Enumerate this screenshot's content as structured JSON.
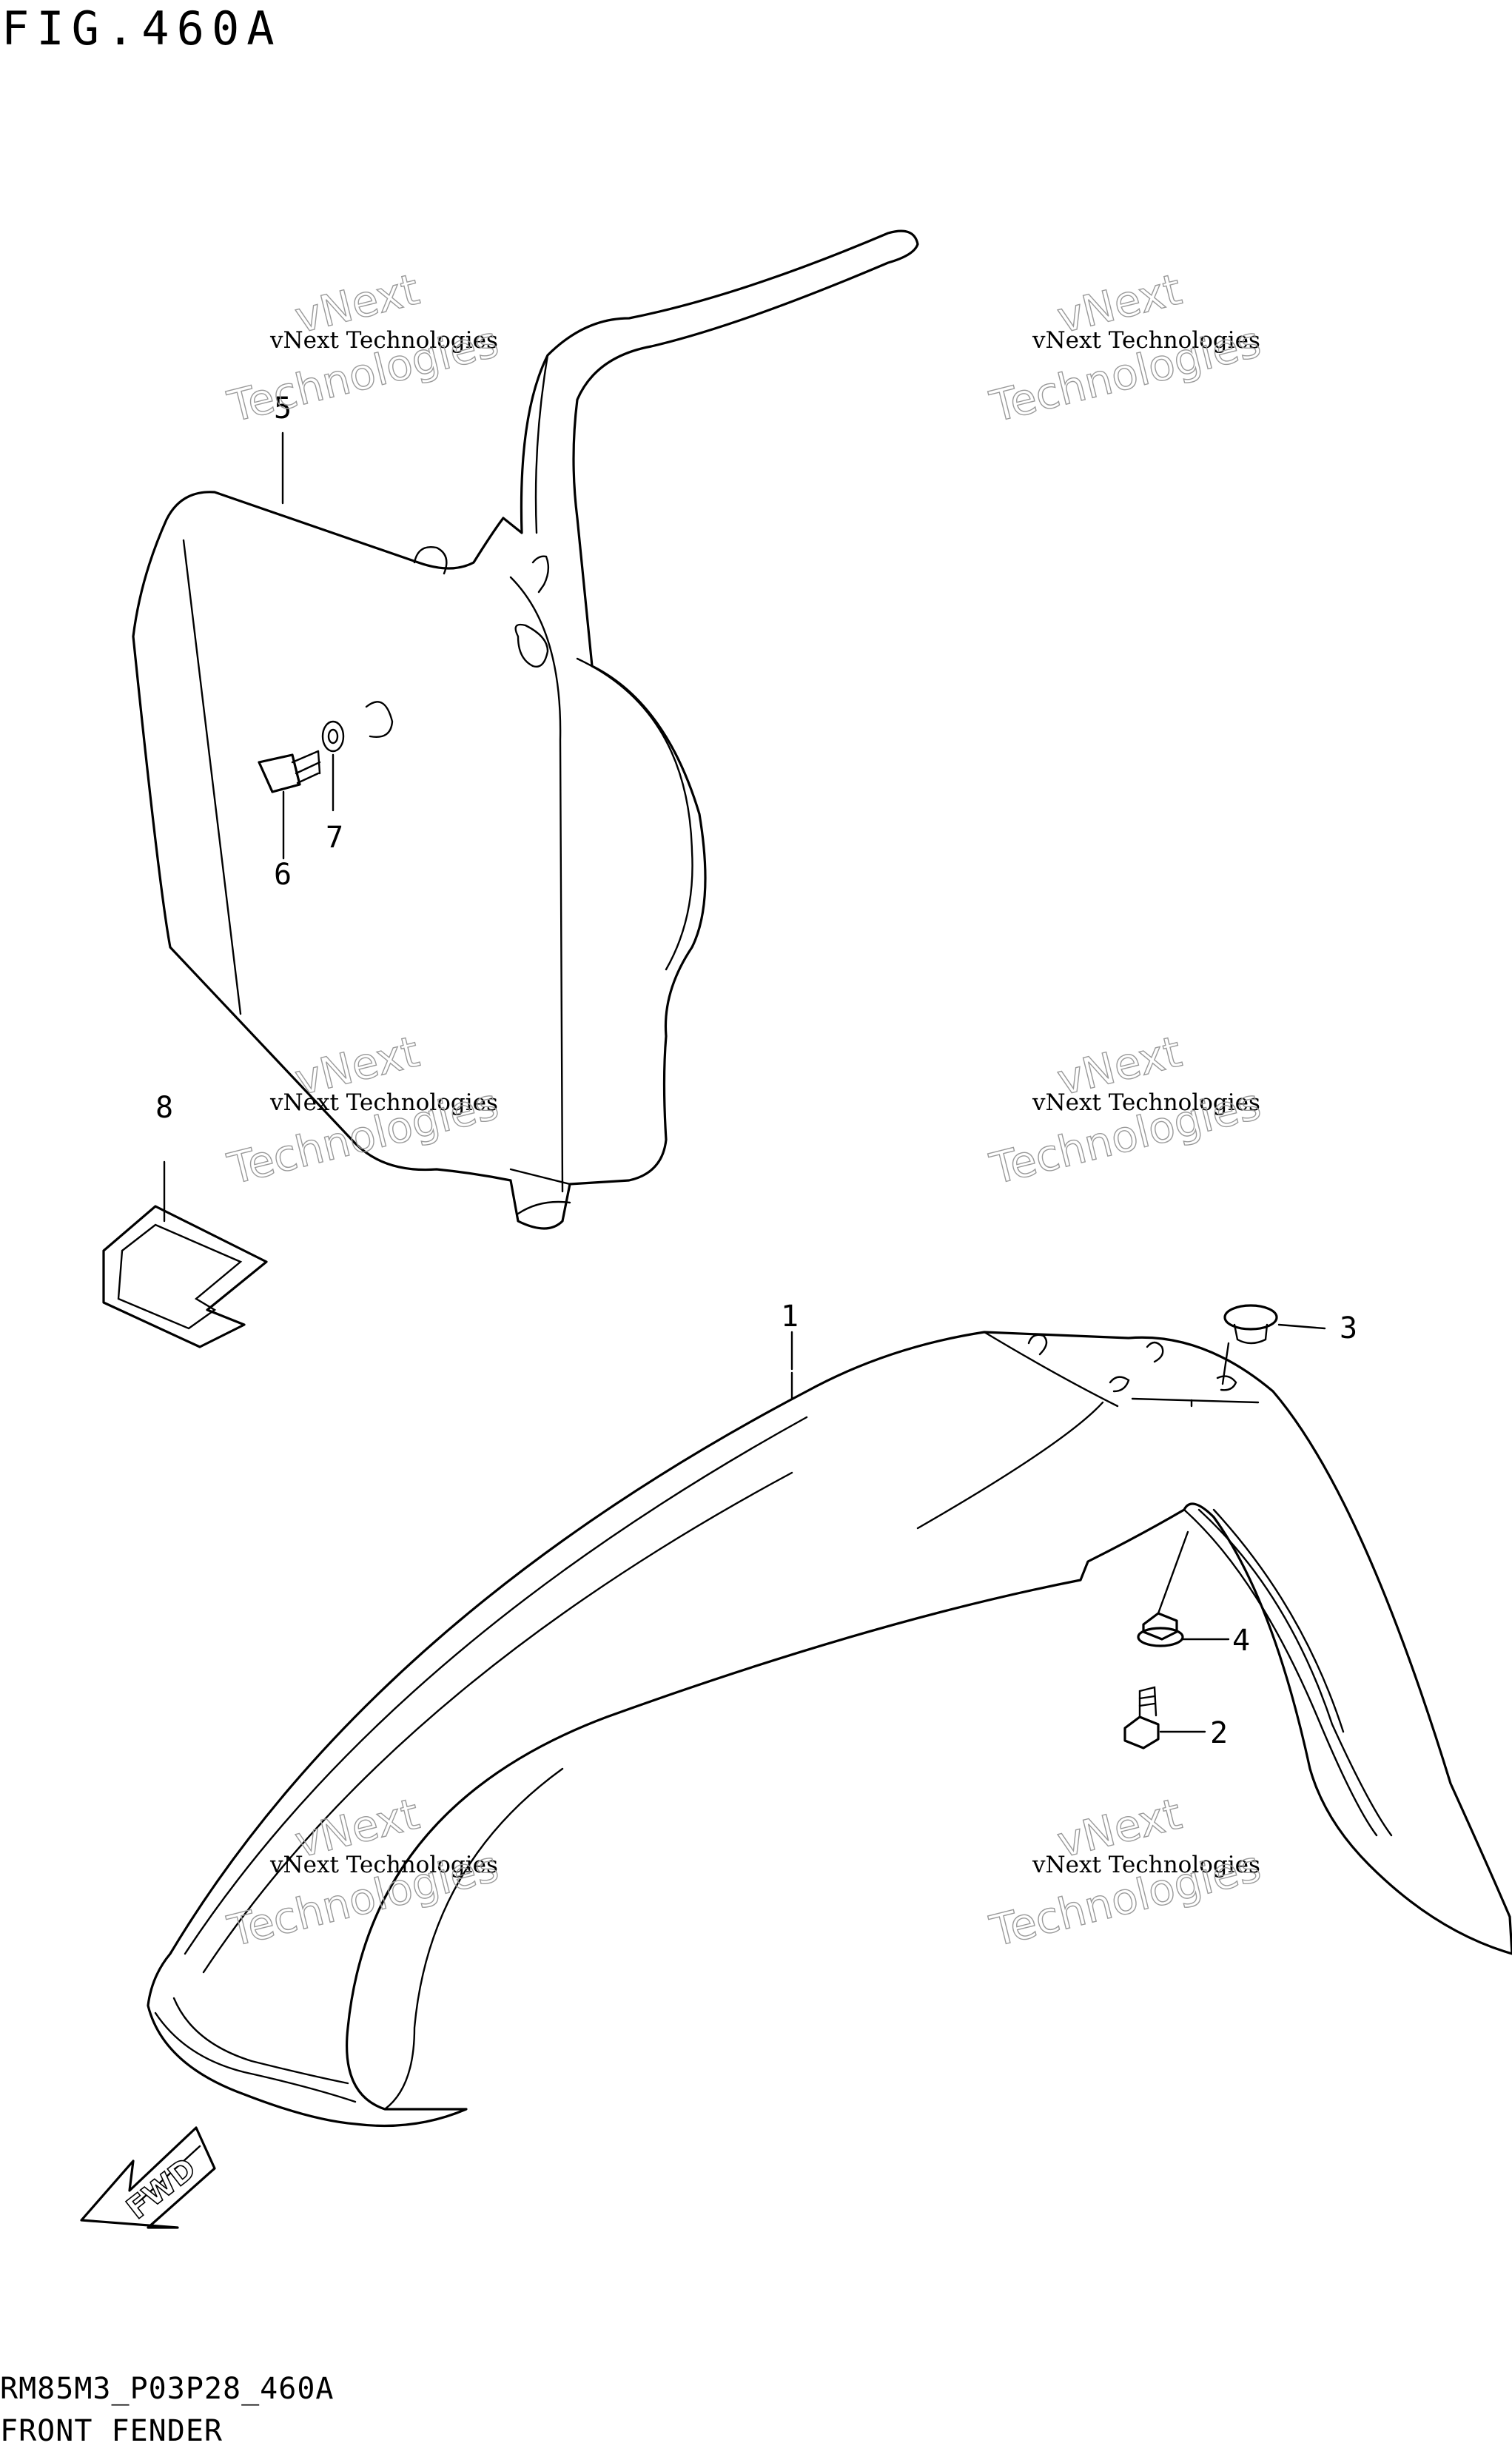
{
  "figure": {
    "title": "FIG.460A",
    "code": "RM85M3_P03P28_460A",
    "caption": "FRONT FENDER"
  },
  "watermark": {
    "line1": "vNext Technologies",
    "line2": "vNext",
    "line3": "Technologies"
  },
  "callouts": {
    "fender": "1",
    "bolt": "2",
    "grommet": "3",
    "nut": "4",
    "number_plate": "5",
    "plate_bolt": "6",
    "washer": "7",
    "emblem": "8"
  },
  "fwd_label": "FWD"
}
